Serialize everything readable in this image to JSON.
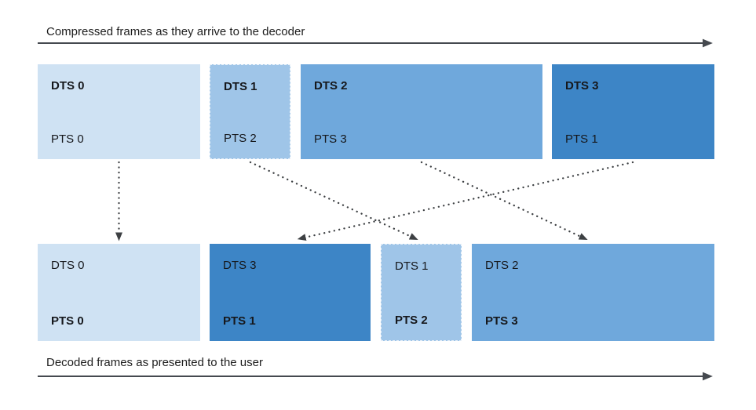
{
  "diagram": {
    "top_axis": {
      "label": "Compressed frames as they arrive to the decoder"
    },
    "bottom_axis": {
      "label": "Decoded frames as presented to the user"
    },
    "colors": {
      "frame_blue_lightest": "#cfe2f3",
      "frame_blue_light": "#9fc5e8",
      "frame_blue_medium": "#6fa8dc",
      "frame_blue_dark": "#3d85c6",
      "axis_arrow": "#45494f",
      "flow_arrow": "#3d4043",
      "text": "#1d1d1d",
      "background": "#ffffff"
    },
    "top_row": {
      "boxes": [
        {
          "dts": "DTS 0",
          "pts": "PTS 0",
          "color": "#cfe2f3"
        },
        {
          "dts": "DTS 1",
          "pts": "PTS 2",
          "color": "#9fc5e8"
        },
        {
          "dts": "DTS 2",
          "pts": "PTS 3",
          "color": "#6fa8dc"
        },
        {
          "dts": "DTS 3",
          "pts": "PTS 1",
          "color": "#3d85c6"
        }
      ]
    },
    "bottom_row": {
      "boxes": [
        {
          "dts": "DTS 0",
          "pts": "PTS 0",
          "color": "#cfe2f3"
        },
        {
          "dts": "DTS 3",
          "pts": "PTS 1",
          "color": "#3d85c6"
        },
        {
          "dts": "DTS 1",
          "pts": "PTS 2",
          "color": "#9fc5e8"
        },
        {
          "dts": "DTS 2",
          "pts": "PTS 3",
          "color": "#6fa8dc"
        }
      ]
    },
    "flows": [
      {
        "from": "top DTS 0 / PTS 0",
        "to": "bottom DTS 0 / PTS 0"
      },
      {
        "from": "top DTS 1 / PTS 2",
        "to": "bottom DTS 1 / PTS 2"
      },
      {
        "from": "top DTS 2 / PTS 3",
        "to": "bottom DTS 2 / PTS 3"
      },
      {
        "from": "top DTS 3 / PTS 1",
        "to": "bottom DTS 3 / PTS 1"
      }
    ]
  }
}
